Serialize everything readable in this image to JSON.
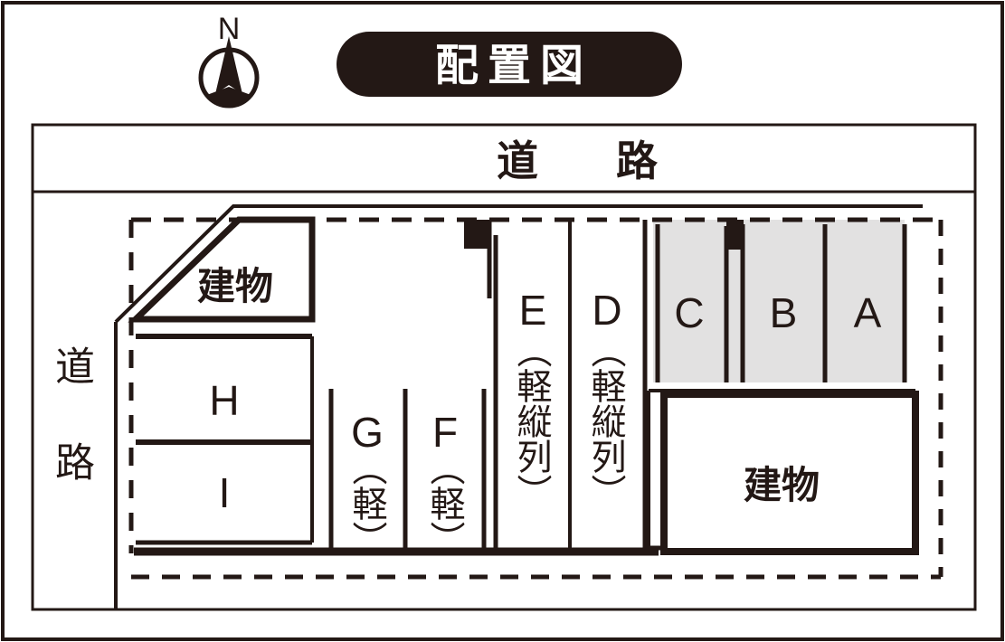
{
  "document": {
    "title": "配置図",
    "type": "parking-lot-site-plan"
  },
  "compass": {
    "north_label": "N",
    "icon": "compass-north-arrow-icon"
  },
  "roads": {
    "top_label": "道　路",
    "left_label": "道路"
  },
  "buildings": [
    {
      "id": "building-upper-left",
      "label": "建物"
    },
    {
      "id": "building-lower-right",
      "label": "建物"
    }
  ],
  "stalls": [
    {
      "id": "A",
      "label": "A",
      "note": "",
      "shaded": true
    },
    {
      "id": "B",
      "label": "B",
      "note": "",
      "shaded": true
    },
    {
      "id": "C",
      "label": "C",
      "note": "",
      "shaded": true
    },
    {
      "id": "D",
      "label": "D",
      "note": "（軽縦列）",
      "shaded": false
    },
    {
      "id": "E",
      "label": "E",
      "note": "（軽縦列）",
      "shaded": false
    },
    {
      "id": "F",
      "label": "F",
      "note": "（軽）",
      "shaded": false
    },
    {
      "id": "G",
      "label": "G",
      "note": "（軽）",
      "shaded": false
    },
    {
      "id": "H",
      "label": "H",
      "note": "",
      "shaded": false
    },
    {
      "id": "I",
      "label": "I",
      "note": "",
      "shaded": false
    }
  ],
  "markers": [
    {
      "id": "marker-post-1",
      "name": "black-post-marker"
    },
    {
      "id": "marker-post-2",
      "name": "black-post-marker"
    }
  ],
  "colors": {
    "ink": "#231815",
    "shade": "#e2e1e1",
    "paper": "#ffffff"
  }
}
